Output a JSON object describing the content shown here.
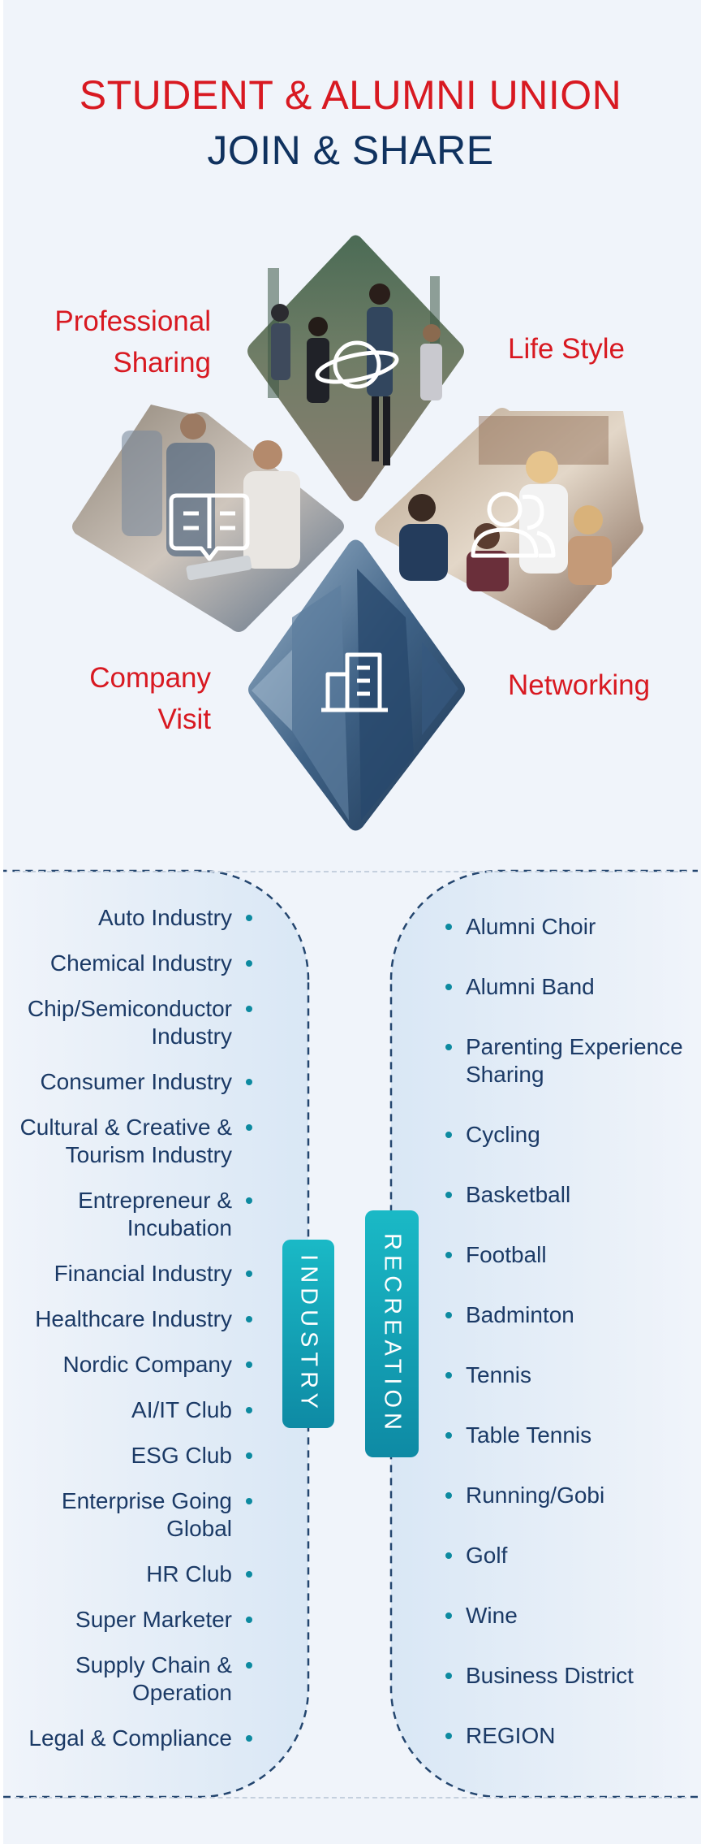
{
  "header": {
    "title": "STUDENT & ALUMNI UNION",
    "subtitle": "JOIN & SHARE"
  },
  "categories": {
    "professional_sharing": "Professional Sharing",
    "life_style": "Life Style",
    "company_visit": "Company Visit",
    "networking": "Networking"
  },
  "industry": {
    "tag": "INDUSTRY",
    "items": [
      "Auto Industry",
      "Chemical Industry",
      "Chip/Semiconductor Industry",
      "Consumer Industry",
      "Cultural & Creative & Tourism Industry",
      "Entrepreneur & Incubation",
      "Financial Industry",
      "Healthcare Industry",
      "Nordic Company",
      "AI/IT Club",
      "ESG Club",
      "Enterprise Going Global",
      "HR Club",
      "Super Marketer",
      "Supply Chain & Operation",
      "Legal & Compliance"
    ]
  },
  "recreation": {
    "tag": "RECREATION",
    "items": [
      "Alumni Choir",
      "Alumni Band",
      "Parenting Experience Sharing",
      "Cycling",
      "Basketball",
      "Football",
      "Badminton",
      "Tennis",
      "Table Tennis",
      "Running/Gobi",
      "Golf",
      "Wine",
      "Business District",
      "REGION"
    ]
  },
  "colors": {
    "accent_red": "#d81921",
    "navy": "#10325f",
    "teal": "#0e8aa4",
    "background": "#f0f4fa"
  },
  "icons": [
    "planet-icon",
    "book-icon",
    "people-icon",
    "building-icon"
  ]
}
